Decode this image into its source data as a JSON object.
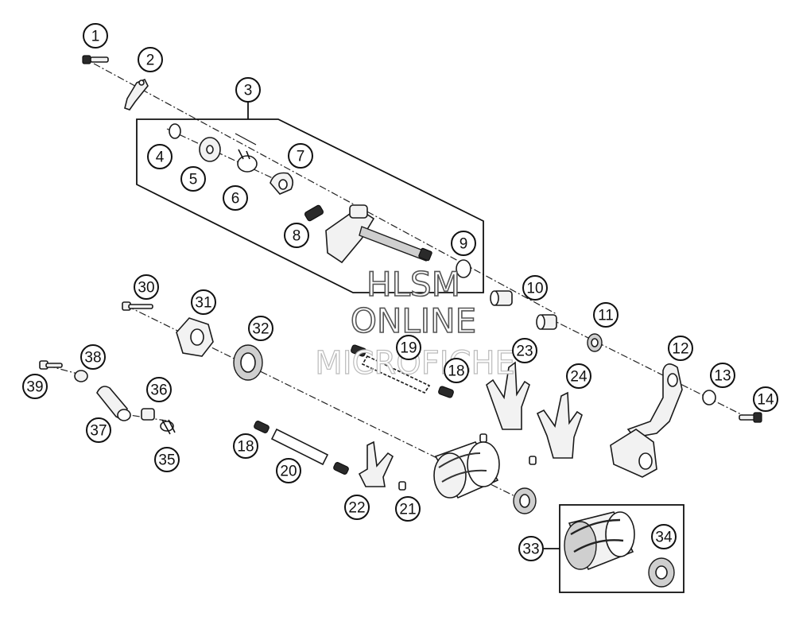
{
  "callouts": {
    "c1": "1",
    "c2": "2",
    "c3": "3",
    "c4": "4",
    "c5": "5",
    "c6": "6",
    "c7": "7",
    "c8": "8",
    "c9": "9",
    "c10": "10",
    "c11": "11",
    "c12": "12",
    "c13": "13",
    "c14": "14",
    "c18a": "18",
    "c18b": "18",
    "c19": "19",
    "c20": "20",
    "c21": "21",
    "c22": "22",
    "c23": "23",
    "c24": "24",
    "c30": "30",
    "c31": "31",
    "c32": "32",
    "c33": "33",
    "c34": "34",
    "c35": "35",
    "c36": "36",
    "c37": "37",
    "c38": "38",
    "c39": "39"
  },
  "watermark": {
    "line1": "HLSM",
    "line2": "ONLINE",
    "line3": "MICROFICHE"
  }
}
